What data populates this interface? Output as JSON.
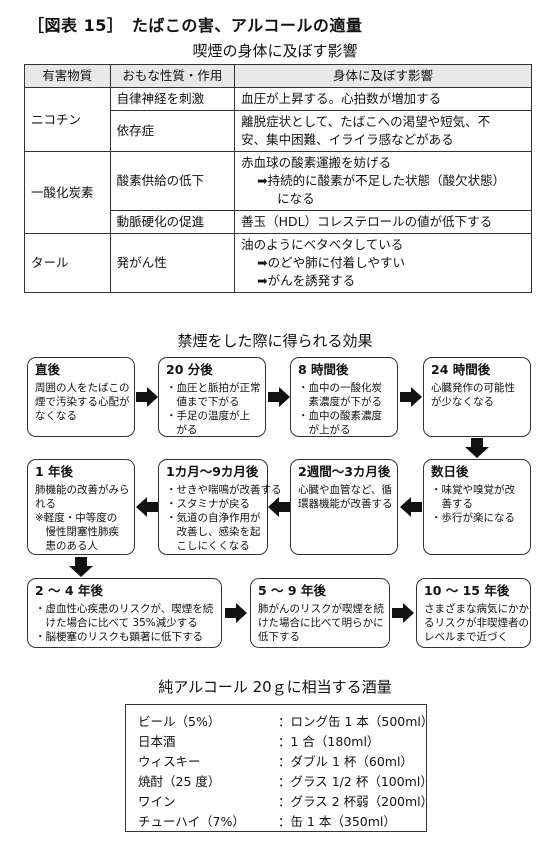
{
  "page_title": "［図表 15］　たばこの害、アルコールの適量",
  "smoking_effects": {
    "heading": "喫煙の身体に及ぼす影響",
    "headers": [
      "有害物質",
      "おもな性質・作用",
      "身体に及ぼす影響"
    ],
    "nicotine": {
      "name": "ニコチン",
      "r1_prop": "自律神経を刺激",
      "r1_eff": [
        "血圧が上昇する。心拍数が増加する"
      ],
      "r2_prop": "依存症",
      "r2_eff": [
        "離脱症状として、たばこへの渇望や短気、不",
        "安、集中困難、イライラ感などがある"
      ]
    },
    "co": {
      "name": "一酸化炭素",
      "r1_prop": "酸素供給の低下",
      "r1_eff": [
        "赤血球の酸素運搬を妨げる",
        "➡持続的に酸素が不足した状態（酸欠状態）",
        "になる"
      ],
      "r2_prop": "動脈硬化の促進",
      "r2_eff": [
        "善玉（HDL）コレステロールの値が低下する"
      ]
    },
    "tar": {
      "name": "タール",
      "prop": "発がん性",
      "eff": [
        "油のようにベタベタしている",
        "➡のどや肺に付着しやすい",
        "➡がんを誘発する"
      ]
    }
  },
  "quit_effects": {
    "heading": "禁煙をした際に得られる効果",
    "b1": {
      "title": "直後",
      "lines": [
        "周囲の人をたばこの",
        "煙で汚染する心配が",
        "なくなる"
      ]
    },
    "b2": {
      "title": "20 分後",
      "lines": [
        "・血圧と脈拍が正常",
        "　値まで下がる",
        "・手足の温度が上",
        "　がる"
      ]
    },
    "b3": {
      "title": "8 時間後",
      "lines": [
        "・血中の一酸化炭",
        "　素濃度が下がる",
        "・血中の酸素濃度",
        "　が上がる"
      ]
    },
    "b4": {
      "title": "24 時間後",
      "lines": [
        "心臓発作の可能性",
        "が少なくなる"
      ]
    },
    "b5": {
      "title": "数日後",
      "lines": [
        "・味覚や嗅覚が改",
        "　善する",
        "・歩行が楽になる"
      ]
    },
    "b6": {
      "title": "2週間〜3カ月後",
      "lines": [
        "心臓や血管など、循",
        "環器機能が改善する"
      ]
    },
    "b7": {
      "title": "1カ月〜9カ月後",
      "lines": [
        "・せきや喘鳴が改善する",
        "・スタミナが戻る",
        "・気道の自浄作用が",
        "　改善し、感染を起",
        "　こしにくくなる"
      ]
    },
    "b8": {
      "title": "1 年後",
      "lines": [
        "肺機能の改善がみら",
        "れる",
        "※軽度・中等度の",
        "　慢性閉塞性肺疾",
        "　患のある人"
      ]
    },
    "b9": {
      "title": "2 〜 4 年後",
      "lines": [
        "・虚血性心疾患のリスクが、喫煙を続",
        "　けた場合に比べて 35%減少する",
        "・脳梗塞のリスクも顕著に低下する"
      ]
    },
    "b10": {
      "title": "5 〜 9 年後",
      "lines": [
        "肺がんのリスクが喫煙を続",
        "けた場合に比べて明らかに",
        "低下する"
      ]
    },
    "b11": {
      "title": "10 〜 15 年後",
      "lines": [
        "さまざまな病気にかか",
        "るリスクが非喫煙者の",
        "レベルまで近づく"
      ]
    }
  },
  "alcohol": {
    "heading": "純アルコール 20ｇに相当する酒量",
    "rows": [
      {
        "name": "ビール（5%）",
        "amount": "：ロング缶 1 本（500ml）"
      },
      {
        "name": "日本酒",
        "amount": "：1 合（180ml）"
      },
      {
        "name": "ウィスキー",
        "amount": "：ダブル 1 杯（60ml）"
      },
      {
        "name": "焼酎（25 度）",
        "amount": "：グラス 1/2 杯（100ml）"
      },
      {
        "name": "ワイン",
        "amount": "：グラス 2 杯弱（200ml）"
      },
      {
        "name": "チューハイ（7%）",
        "amount": "：缶 1 本（350ml）"
      }
    ]
  }
}
